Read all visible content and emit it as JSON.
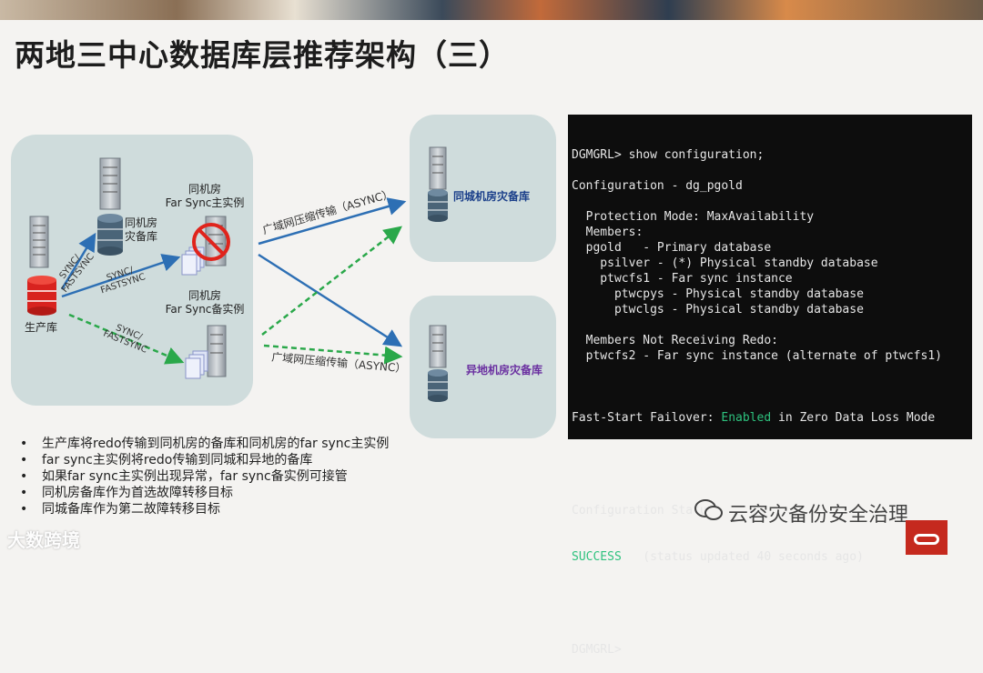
{
  "title": "两地三中心数据库层推荐架构（三）",
  "colors": {
    "panel": "#cfdcdc",
    "arrow_blue": "#2d6fb4",
    "arrow_green": "#2aa84a",
    "primary_db": "#d8231f",
    "standby_db": "#4a6478"
  },
  "diagram": {
    "primary_label": "生产库",
    "local_standby_label": "同机房\n灾备库",
    "far_sync_primary_label": "同机房\nFar Sync主实例",
    "far_sync_backup_label": "同机房\nFar Sync备实例",
    "same_city_label": "同城机房灾备库",
    "remote_label": "异地机房灾备库",
    "sync_label": "SYNC/\nFASTSYNC",
    "async_label_upper": "广域网压缩传输（ASYNC）",
    "async_label_lower": "广域网压缩传输（ASYNC）"
  },
  "console": {
    "lines": [
      "DGMGRL> show configuration;",
      "",
      "Configuration - dg_pgold",
      "",
      "  Protection Mode: MaxAvailability",
      "  Members:",
      "  pgold   - Primary database",
      "    psilver - (*) Physical standby database",
      "    ptwcfs1 - Far sync instance",
      "      ptwcpys - Physical standby database",
      "      ptwclgs - Physical standby database",
      "",
      "  Members Not Receiving Redo:",
      "  ptwcfs2 - Far sync instance (alternate of ptwcfs1)",
      ""
    ],
    "fsfo_prefix": "Fast-Start Failover: ",
    "fsfo_status": "Enabled",
    "fsfo_suffix": " in Zero Data Loss Mode",
    "blank": "",
    "status_label": "Configuration Status:",
    "status_value": "SUCCESS",
    "status_suffix": "   (status updated 40 seconds ago)",
    "prompt": "DGMGRL>"
  },
  "bullets": [
    "生产库将redo传输到同机房的备库和同机房的far sync主实例",
    "far sync主实例将redo传输到同城和异地的备库",
    "如果far sync主实例出现异常，far sync备实例可接管",
    "同机房备库作为首选故障转移目标",
    "同城备库作为第二故障转移目标"
  ],
  "watermark_left": "大数跨境",
  "watermark_right": "云容灾备份安全治理",
  "icons": [
    "server-icon",
    "database-icon",
    "prohibited-icon",
    "document-stack-icon",
    "wechat-icon",
    "oracle-logo"
  ]
}
